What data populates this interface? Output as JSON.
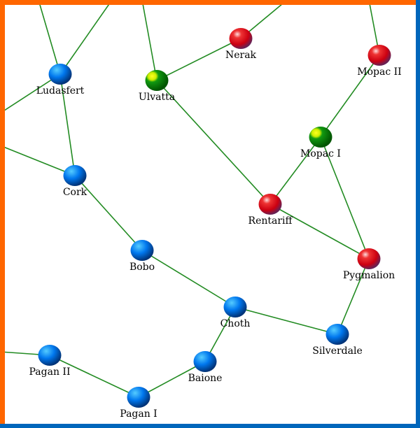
{
  "map": {
    "colors": {
      "border_orange": "#ff6600",
      "border_blue": "#0066bb",
      "lane": "#228b22",
      "system_blue": "#0077ee",
      "system_red": "#dd1122",
      "system_green": "#119911"
    },
    "systems": [
      {
        "id": "ludasfert",
        "name": "Ludasfert",
        "type": "blue"
      },
      {
        "id": "ulvatta",
        "name": "Ulvatta",
        "type": "green"
      },
      {
        "id": "nerak",
        "name": "Nerak",
        "type": "red"
      },
      {
        "id": "mopac2",
        "name": "Mopac II",
        "type": "red"
      },
      {
        "id": "mopac1",
        "name": "Mopac I",
        "type": "green"
      },
      {
        "id": "cork",
        "name": "Cork",
        "type": "blue"
      },
      {
        "id": "rentariff",
        "name": "Rentariff",
        "type": "red"
      },
      {
        "id": "bobo",
        "name": "Bobo",
        "type": "blue"
      },
      {
        "id": "pygmalion",
        "name": "Pygmalion",
        "type": "red"
      },
      {
        "id": "choth",
        "name": "Choth",
        "type": "blue"
      },
      {
        "id": "silverdale",
        "name": "Silverdale",
        "type": "blue"
      },
      {
        "id": "pagan2",
        "name": "Pagan II",
        "type": "blue"
      },
      {
        "id": "baione",
        "name": "Baione",
        "type": "blue"
      },
      {
        "id": "pagan1",
        "name": "Pagan I",
        "type": "blue"
      }
    ],
    "lanes": [
      [
        "ludasfert",
        "cork"
      ],
      [
        "cork",
        "bobo"
      ],
      [
        "ulvatta",
        "nerak"
      ],
      [
        "ulvatta",
        "rentariff"
      ],
      [
        "rentariff",
        "mopac1"
      ],
      [
        "mopac1",
        "mopac2"
      ],
      [
        "mopac1",
        "pygmalion"
      ],
      [
        "rentariff",
        "pygmalion"
      ],
      [
        "pygmalion",
        "silverdale"
      ],
      [
        "bobo",
        "choth"
      ],
      [
        "choth",
        "silverdale"
      ],
      [
        "choth",
        "baione"
      ],
      [
        "baione",
        "pagan1"
      ],
      [
        "pagan1",
        "pagan2"
      ],
      [
        "ludasfert",
        "offmap-n1"
      ],
      [
        "ludasfert",
        "offmap-n2"
      ],
      [
        "ludasfert",
        "offmap-w1"
      ],
      [
        "cork",
        "offmap-w2"
      ],
      [
        "ulvatta",
        "offmap-n3"
      ],
      [
        "nerak",
        "offmap-n4"
      ],
      [
        "mopac2",
        "offmap-n5"
      ],
      [
        "pagan2",
        "offmap-w3"
      ]
    ]
  }
}
